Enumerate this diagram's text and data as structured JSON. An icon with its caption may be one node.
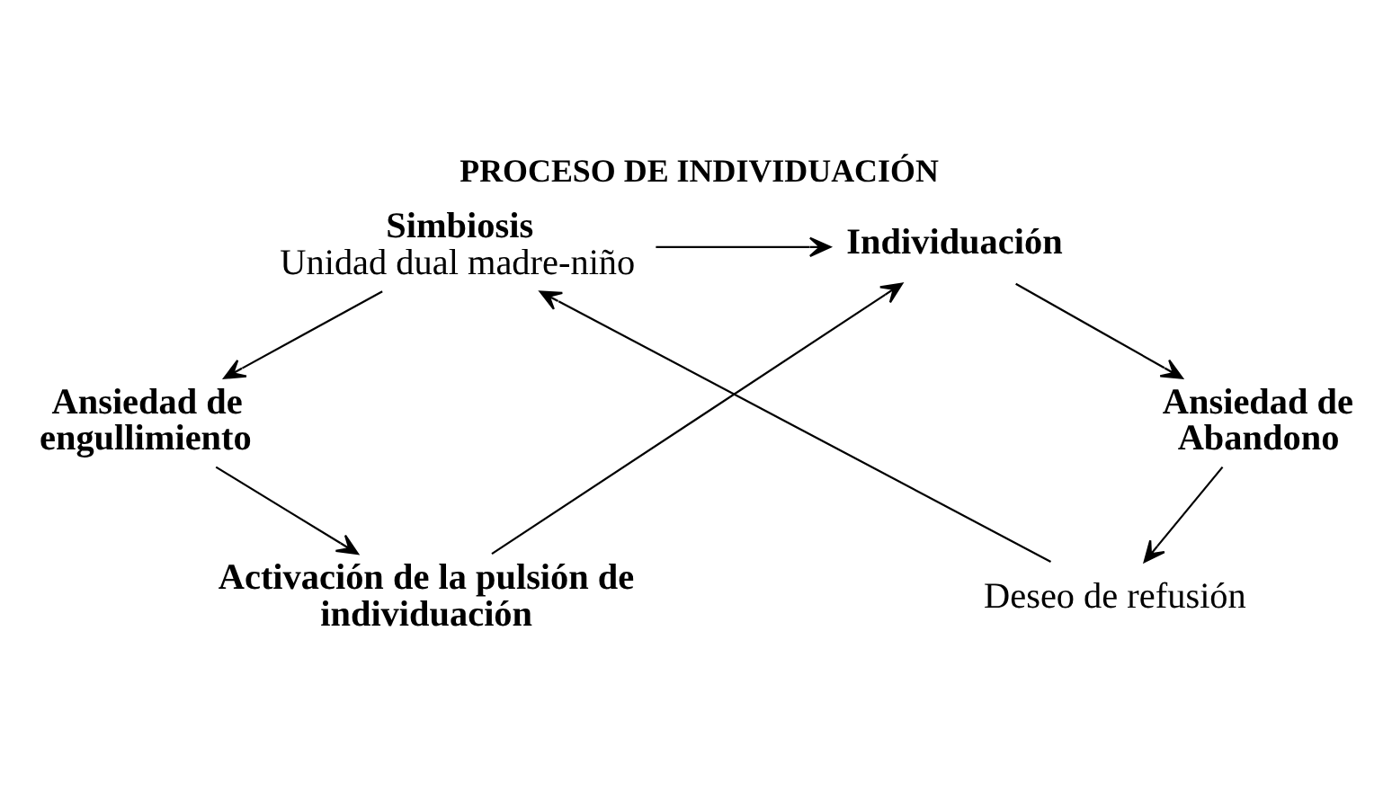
{
  "diagram": {
    "title": "PROCESO DE INDIVIDUACIÓN",
    "nodes": [
      {
        "text": [
          "Simbiosis",
          "Unidad dual madre-niño"
        ]
      },
      {
        "text": [
          "Individuación"
        ]
      },
      {
        "text": [
          "Deseo de refusión"
        ]
      },
      {
        "text": [
          "Ansiedad de engullimiento"
        ]
      },
      {
        "text": [
          "Ansiedad de Abandono"
        ]
      },
      {
        "text": [
          "Activación de la pulsión de individuación"
        ]
      }
    ],
    "edges": [
      {
        "from": 0,
        "to": 1,
        "arrow": "to"
      },
      {
        "from": 1,
        "to": 4,
        "arrow": "to"
      },
      {
        "from": 4,
        "to": 2,
        "arrow": "to"
      },
      {
        "from": 2,
        "to": 0,
        "arrow": "to"
      },
      {
        "from": 0,
        "to": 3,
        "arrow": "to"
      },
      {
        "from": 3,
        "to": 5,
        "arrow": "to"
      },
      {
        "from": 5,
        "to": 1,
        "arrow": "to"
      }
    ]
  }
}
